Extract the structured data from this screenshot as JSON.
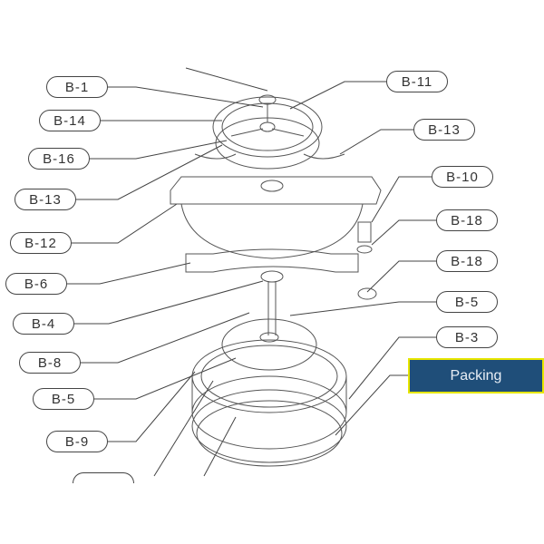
{
  "labels_left": [
    "B-1",
    "B-14",
    "B-16",
    "B-13",
    "B-12",
    "B-6",
    "B-4",
    "B-8",
    "B-5",
    "B-9"
  ],
  "labels_right": [
    "B-11",
    "B-13",
    "B-10",
    "B-18",
    "B-18",
    "B-5",
    "B-3"
  ],
  "callout": {
    "text": "Packing",
    "fill": "#1f4e79",
    "border": "#e6e600"
  }
}
